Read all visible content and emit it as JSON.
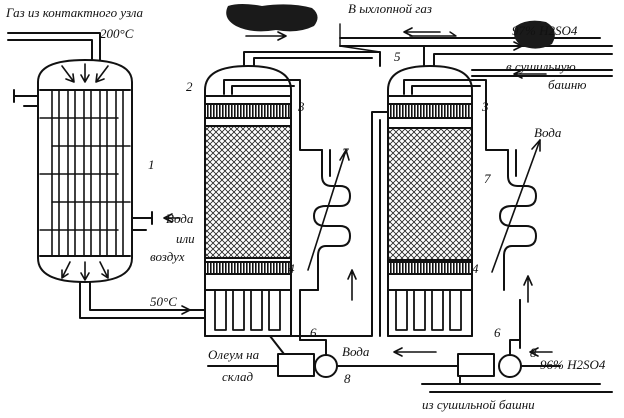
{
  "labels": {
    "gas_from_contact": "Газ из контактного узла",
    "temp_200": "200°С",
    "exhaust_gas": "В ыхлопной газ",
    "acid_97": "97% H2SO4",
    "to_drying_tower_1": "в сушильную",
    "to_drying_tower_2": "башню",
    "water_right": "Вода",
    "water_left": "Вода",
    "or": "или",
    "air": "воздух",
    "temp_50": "50°С",
    "oleum_1": "Олеум на",
    "oleum_2": "склад",
    "water_bottom": "Вода",
    "acid_96": "96% H2SO4",
    "from_drying_tower": "из сушильной башни"
  },
  "numbers": {
    "n1": "1",
    "n2": "2",
    "n3a": "3",
    "n3b": "3",
    "n4a": "4",
    "n4b": "4",
    "n5": "5",
    "n6a": "6",
    "n6b": "6",
    "n7a": "7",
    "n7b": "7",
    "n8a": "8",
    "n8b": "8"
  }
}
